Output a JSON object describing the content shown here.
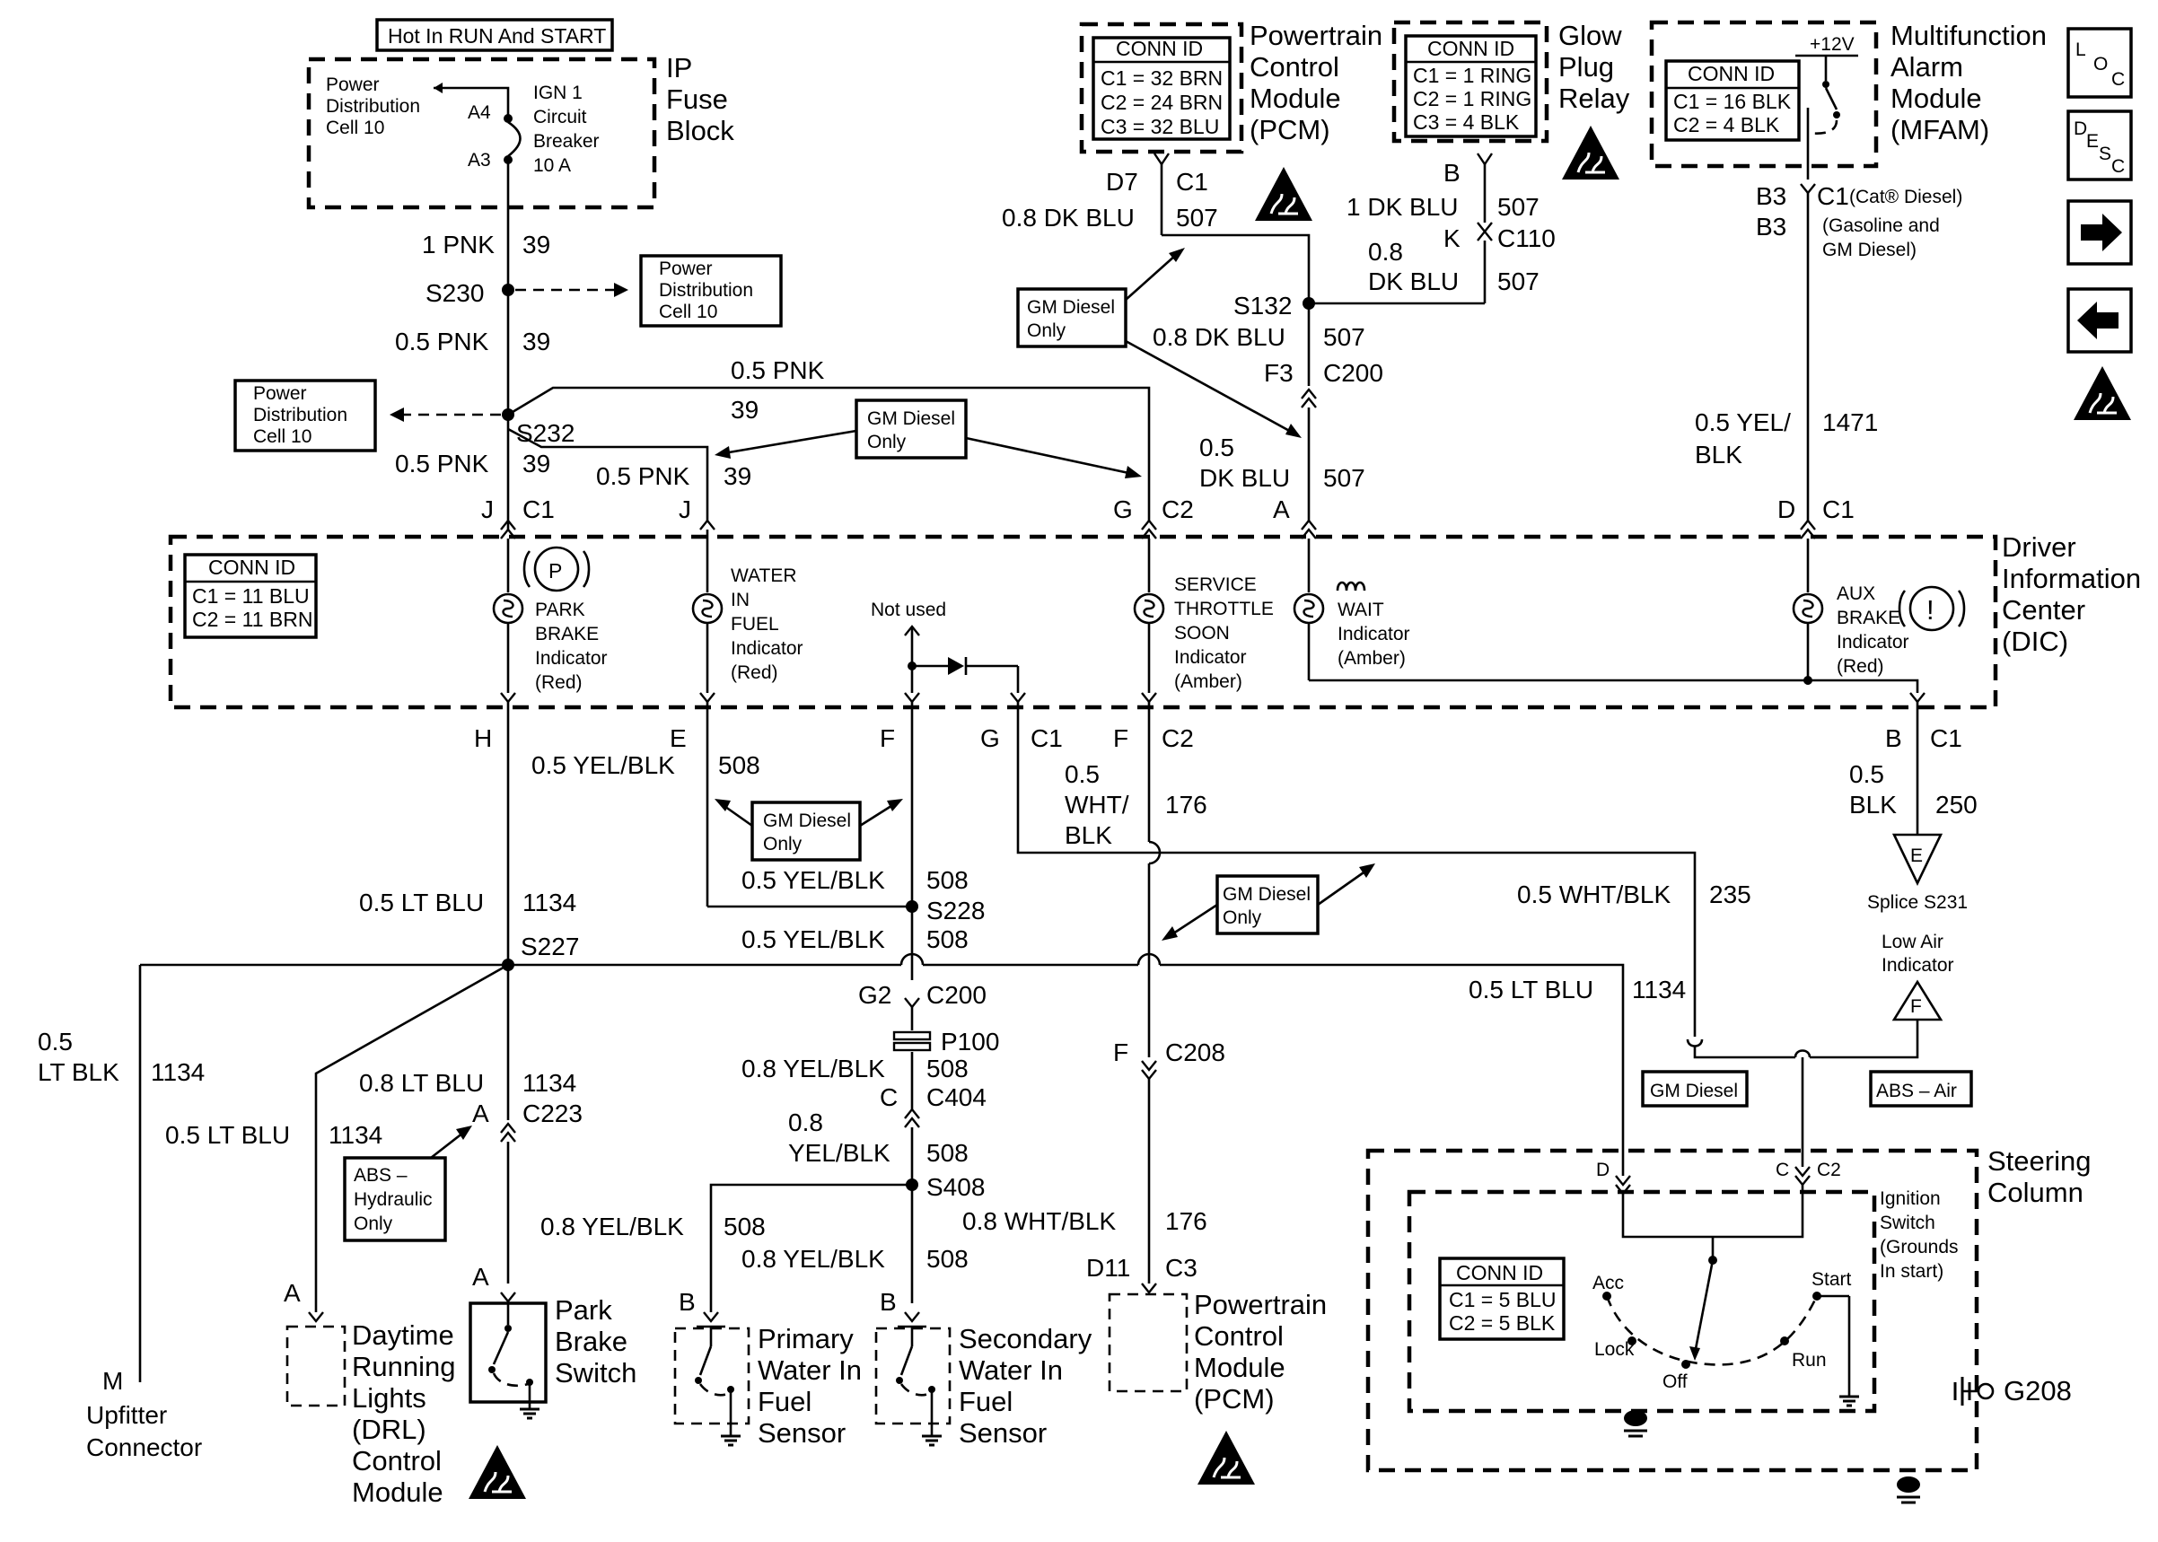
{
  "top": {
    "hot_label": "Hot In RUN And START",
    "ip_fuse_block": [
      "IP",
      "Fuse",
      "Block"
    ],
    "pdc_inner": [
      "Power",
      "Distribution",
      "Cell 10"
    ],
    "pin_a4": "A4",
    "pin_a3": "A3",
    "breaker": [
      "IGN 1",
      "Circuit",
      "Breaker",
      "10 A"
    ]
  },
  "pcm_top": {
    "conn_id": "CONN ID",
    "conn_rows": [
      "C1 = 32 BRN",
      "C2 = 24 BRN",
      "C3 = 32 BLU"
    ],
    "label": [
      "Powertrain",
      "Control",
      "Module",
      "(PCM)"
    ]
  },
  "glow": {
    "conn_id": "CONN ID",
    "conn_rows": [
      "C1 = 1 RING",
      "C2 = 1 RING",
      "C3 = 4 BLK"
    ],
    "label": [
      "Glow",
      "Plug",
      "Relay"
    ]
  },
  "mfam": {
    "conn_id": "CONN ID",
    "conn_rows": [
      "C1 = 16 BLK",
      "C2 = 4 BLK"
    ],
    "v12": "+12V",
    "label": [
      "Multifunction",
      "Alarm",
      "Module",
      "(MFAM)"
    ]
  },
  "nav": {
    "loc": "LOC",
    "desc": "DESC",
    "next": "➡",
    "prev": "⬅"
  },
  "wires": {
    "w1": "1 PNK",
    "c39": "39",
    "s230": "S230",
    "pdc_box": [
      "Power",
      "Distribution",
      "Cell 10"
    ],
    "w2": "0.5 PNK",
    "s232": "S232",
    "w3": "0.5 PNK",
    "w3_left": "0.5 PNK",
    "w_top_pnk": "0.5 PNK",
    "gm_diesel_only": [
      "GM Diesel",
      "Only"
    ],
    "pin_j": "J",
    "c1": "C1",
    "pin_g": "G",
    "c2": "C2",
    "d7": "D7",
    "dk_blu": "0.8 DK BLU",
    "c507": "507",
    "b": "B",
    "dk_blu_1": "1 DK BLU",
    "k": "K",
    "c110": "C110",
    "dk_blu_08a": "0.8",
    "dk_blu_08b": "DK BLU",
    "s132": "S132",
    "f3": "F3",
    "c200": "C200",
    "dk_blu_05a": "0.5",
    "dk_blu_05b": "DK BLU",
    "pin_a": "A",
    "b3": "B3",
    "c1_cat": "C1",
    "cat_diesel": "(Cat® Diesel)",
    "gas_diesel": [
      "(Gasoline and",
      "GM Diesel)"
    ],
    "yel_blk_a": "0.5 YEL/",
    "yel_blk_b": "BLK",
    "c1471": "1471",
    "pin_d": "D"
  },
  "dic": {
    "conn_id": "CONN ID",
    "conn_rows": [
      "C1 = 11 BLU",
      "C2 = 11 BRN"
    ],
    "park": [
      "PARK",
      "BRAKE",
      "Indicator",
      "(Red)"
    ],
    "water": [
      "WATER",
      "IN",
      "FUEL",
      "Indicator",
      "(Red)"
    ],
    "not_used": "Not used",
    "service": [
      "SERVICE",
      "THROTTLE",
      "SOON",
      "Indicator",
      "(Amber)"
    ],
    "wait": [
      "WAIT",
      "Indicator",
      "(Amber)"
    ],
    "aux": [
      "AUX",
      "BRAKE",
      "Indicator",
      "(Red)"
    ],
    "label": [
      "Driver",
      "Information",
      "Center",
      "(DIC)"
    ],
    "p_symbol": "P",
    "excl_symbol": "!"
  },
  "lower": {
    "h": "H",
    "e": "E",
    "f": "F",
    "g": "G",
    "b": "B",
    "c1": "C1",
    "c2": "C2",
    "yel_blk_05": "0.5 YEL/BLK",
    "c508": "508",
    "wht_a": "0.5",
    "wht_b": "WHT/",
    "wht_c": "BLK",
    "c176": "176",
    "blk_a": "0.5",
    "blk_b": "BLK",
    "c250": "250",
    "splice_e": "E",
    "splice_s231": "Splice S231",
    "low_air": [
      "Low Air",
      "Indicator"
    ],
    "splice_f": "F",
    "lt_blu_05": "0.5 LT BLU",
    "c1134": "1134",
    "s228": "S228",
    "s227": "S227",
    "wht_blk_05": "0.5 WHT/BLK",
    "c235": "235",
    "g2": "G2",
    "c200": "C200",
    "p100": "P100",
    "yel_blk_08": "0.8 YEL/BLK",
    "pin_c": "C",
    "c404": "C404",
    "yel_08a": "0.8",
    "yel_08b": "YEL/BLK",
    "s408": "S408",
    "lt_blk_a": "0.5",
    "lt_blk_b": "LT BLK",
    "lt_blu_08": "0.8 LT BLU",
    "c223": "C223",
    "abs_hyd": [
      "ABS –",
      "Hydraulic",
      "Only"
    ],
    "pin_a": "A",
    "f_c208": "F",
    "c208": "C208",
    "wht_blk_08": "0.8 WHT/BLK",
    "d11": "D11",
    "c3": "C3",
    "gm_diesel_box": "GM Diesel",
    "abs_air_box": "ABS – Air",
    "pin_m": "M",
    "upfitter": [
      "Upfitter",
      "Connector"
    ],
    "drl": [
      "Daytime",
      "Running",
      "Lights",
      "(DRL)",
      "Control",
      "Module"
    ],
    "park_switch": [
      "Park",
      "Brake",
      "Switch"
    ],
    "primary_wif": [
      "Primary",
      "Water In",
      "Fuel",
      "Sensor"
    ],
    "secondary_wif": [
      "Secondary",
      "Water In",
      "Fuel",
      "Sensor"
    ],
    "pcm_bottom": [
      "Powertrain",
      "Control",
      "Module",
      "(PCM)"
    ],
    "steering": [
      "Steering",
      "Column"
    ],
    "ign_switch": [
      "Ignition",
      "Switch",
      "(Grounds",
      "In start)"
    ],
    "ign_conn_id": "CONN ID",
    "ign_conn_rows": [
      "C1 = 5 BLU",
      "C2 = 5 BLK"
    ],
    "acc": "Acc",
    "lock": "Lock",
    "off": "Off",
    "run": "Run",
    "start": "Start",
    "g208": "G208",
    "pin_d": "D"
  }
}
